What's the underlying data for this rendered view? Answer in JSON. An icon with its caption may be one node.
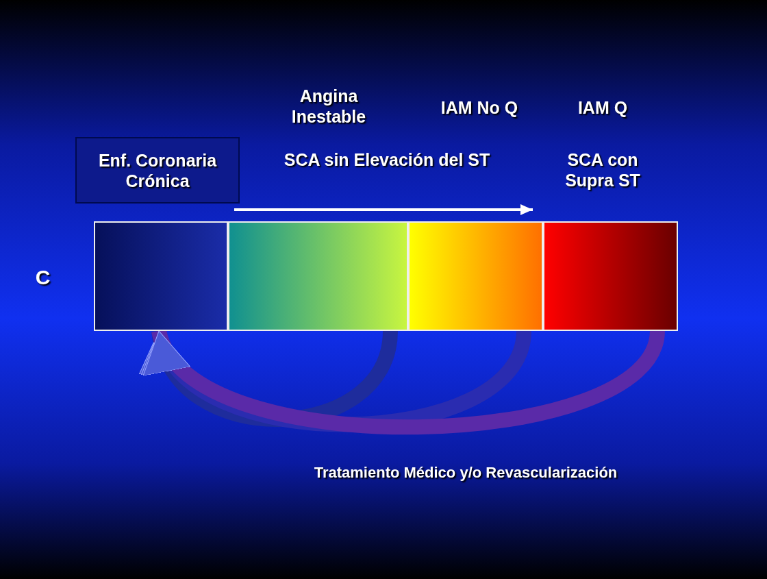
{
  "diagram": {
    "nodes": [
      {
        "text": [
          "Enf. Coronaria Crónica"
        ]
      },
      {
        "text": [],
        "shape": "bar"
      },
      {
        "text": [],
        "shape": "bar"
      },
      {
        "text": [],
        "shape": "bar"
      },
      {
        "text": [],
        "shape": "bar"
      }
    ],
    "edges": [
      {
        "from": 2,
        "to": 1,
        "arrow": "to"
      },
      {
        "from": 3,
        "to": 1,
        "arrow": "to"
      },
      {
        "from": 4,
        "to": 1,
        "arrow": "to"
      }
    ],
    "labels": [
      "Angina Inestable",
      "IAM No Q",
      "IAM Q",
      "SCA sin Elevación del ST",
      "SCA con Supra ST",
      "C",
      "Tratamiento Médico y/o Revascularización"
    ]
  }
}
